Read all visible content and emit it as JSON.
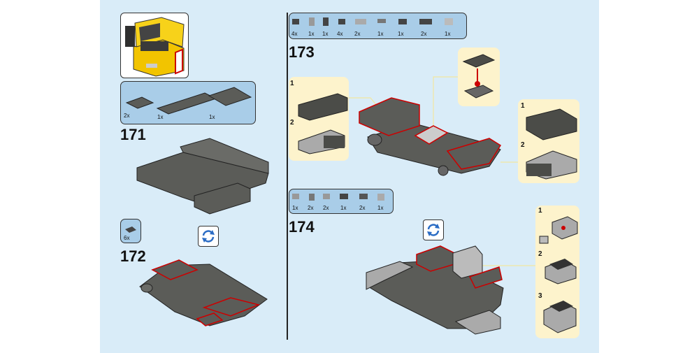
{
  "steps": {
    "s171": {
      "number": "171",
      "parts": [
        "2x",
        "1x",
        "1x"
      ]
    },
    "s172": {
      "number": "172",
      "parts": [
        "6x"
      ]
    },
    "s173": {
      "number": "173",
      "parts": [
        "4x",
        "1x",
        "1x",
        "4x",
        "2x",
        "1x",
        "1x",
        "2x",
        "1x"
      ],
      "sub_a": [
        "1",
        "2"
      ],
      "sub_b": [
        "1",
        "2"
      ]
    },
    "s174": {
      "number": "174",
      "parts": [
        "1x",
        "2x",
        "2x",
        "1x",
        "2x",
        "1x"
      ],
      "sub": [
        "1",
        "2",
        "3"
      ]
    }
  },
  "icons": {
    "rotate": "rotate-icon"
  },
  "colors": {
    "page_bg": "#d9ecf8",
    "parts_box": "#a9cde8",
    "sub_bg": "#fdf3cc",
    "brick_dark": "#5b5c58",
    "highlight": "#cc1f1f",
    "model_yellow": "#f2c400"
  }
}
